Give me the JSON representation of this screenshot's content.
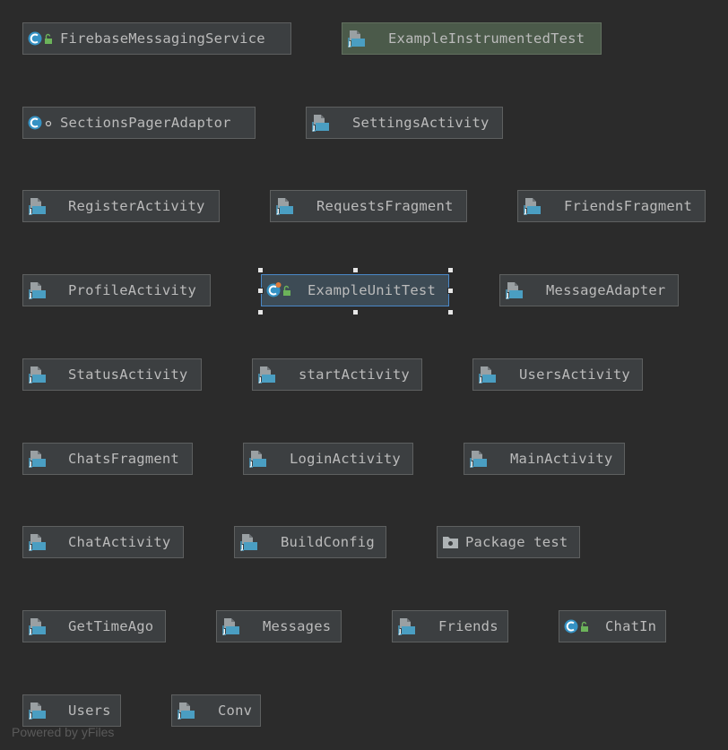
{
  "colors": {
    "background": "#2b2b2b",
    "node_fill": "#3c3f41",
    "test_fill": "#4b5a4a",
    "selection": "#4a88c7",
    "label": "#bbbbbb",
    "file_icon": "#4a9ec2",
    "class_icon": "#3592c4",
    "lock_icon": "#6cb35a"
  },
  "diagram": {
    "nodes": [
      {
        "label": "FirebaseMessagingService",
        "icon": "class-unlocked-icon"
      },
      {
        "label": "ExampleInstrumentedTest",
        "icon": "java-file-icon",
        "test": true
      },
      {
        "label": "SectionsPagerAdaptor",
        "icon": "class-package-private-icon"
      },
      {
        "label": "SettingsActivity",
        "icon": "java-file-icon"
      },
      {
        "label": "RegisterActivity",
        "icon": "java-file-icon"
      },
      {
        "label": "RequestsFragment",
        "icon": "java-file-icon"
      },
      {
        "label": "FriendsFragment",
        "icon": "java-file-icon"
      },
      {
        "label": "ProfileActivity",
        "icon": "java-file-icon"
      },
      {
        "label": "ExampleUnitTest",
        "icon": "test-class-unlocked-icon",
        "selected": true
      },
      {
        "label": "MessageAdapter",
        "icon": "java-file-icon"
      },
      {
        "label": "StatusActivity",
        "icon": "java-file-icon"
      },
      {
        "label": "startActivity",
        "icon": "java-file-icon"
      },
      {
        "label": "UsersActivity",
        "icon": "java-file-icon"
      },
      {
        "label": "ChatsFragment",
        "icon": "java-file-icon"
      },
      {
        "label": "LoginActivity",
        "icon": "java-file-icon"
      },
      {
        "label": "MainActivity",
        "icon": "java-file-icon"
      },
      {
        "label": "ChatActivity",
        "icon": "java-file-icon"
      },
      {
        "label": "BuildConfig",
        "icon": "java-file-icon"
      },
      {
        "label": "Package test",
        "icon": "package-folder-icon"
      },
      {
        "label": "GetTimeAgo",
        "icon": "java-file-icon"
      },
      {
        "label": "Messages",
        "icon": "java-file-icon"
      },
      {
        "label": "Friends",
        "icon": "java-file-icon"
      },
      {
        "label": "ChatIn",
        "icon": "class-unlocked-icon"
      },
      {
        "label": "Users",
        "icon": "java-file-icon"
      },
      {
        "label": "Conv",
        "icon": "java-file-icon"
      }
    ]
  },
  "watermark": "Powered by yFiles"
}
